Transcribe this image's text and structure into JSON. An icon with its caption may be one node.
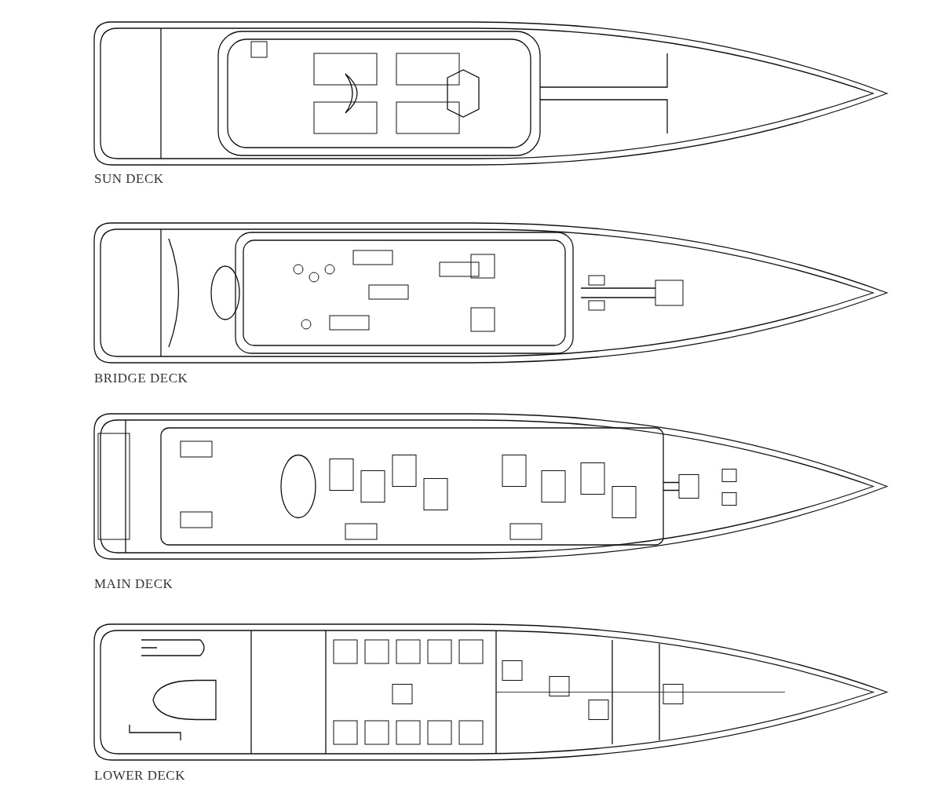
{
  "diagram": {
    "labels": [
      "SUN DECK",
      "BRIDGE DECK",
      "MAIN DECK",
      "LOWER DECK"
    ]
  }
}
